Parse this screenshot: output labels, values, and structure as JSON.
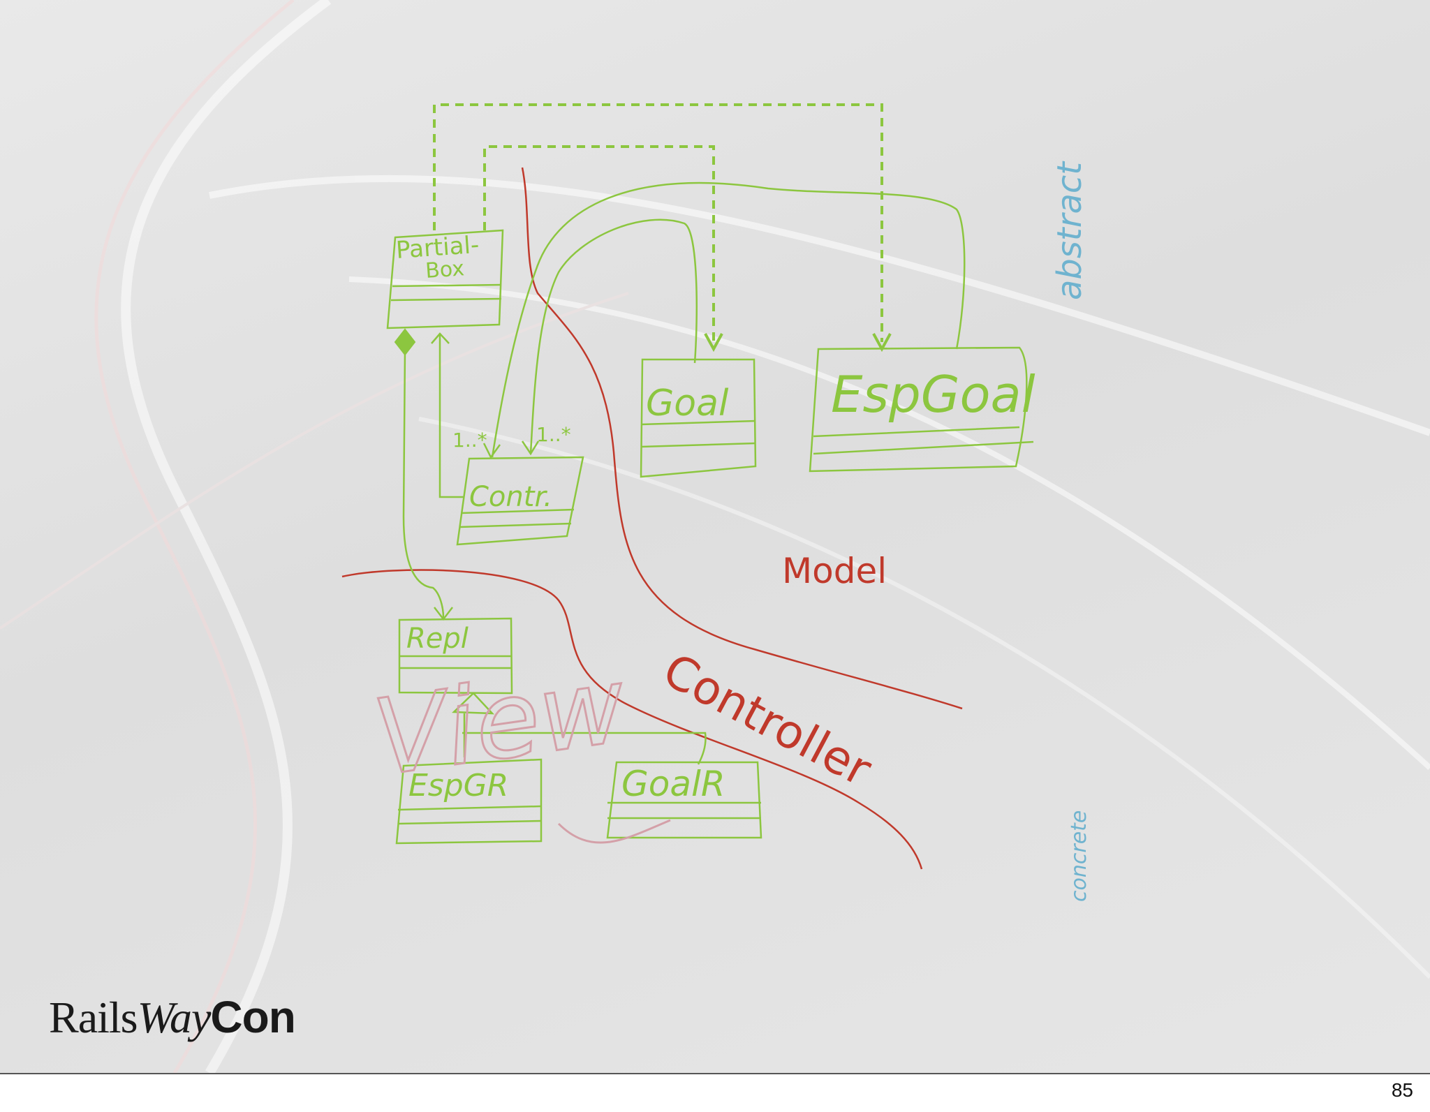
{
  "classes": {
    "partial_box": {
      "line1": "Partial-",
      "line2": "Box"
    },
    "goal": "Goal",
    "esp_goal": "EspGoal",
    "contr": "Contr.",
    "repl": "Repl",
    "esp_gr": "EspGR",
    "goal_r": "GoalR"
  },
  "multiplicities": [
    "1..*",
    "1..*"
  ],
  "regions": {
    "model": "Model",
    "controller": "Controller",
    "view": "View"
  },
  "axis_labels": {
    "abstract": "abstract",
    "concrete": "concrete"
  },
  "logo": {
    "part1": "Rails",
    "part2": "Way",
    "part3": "Con"
  },
  "page_number": "85",
  "colors": {
    "uml": "#8cc63f",
    "boundary": "#c0392b",
    "view": "#d4a0a8",
    "axis": "#6fb3cf"
  }
}
